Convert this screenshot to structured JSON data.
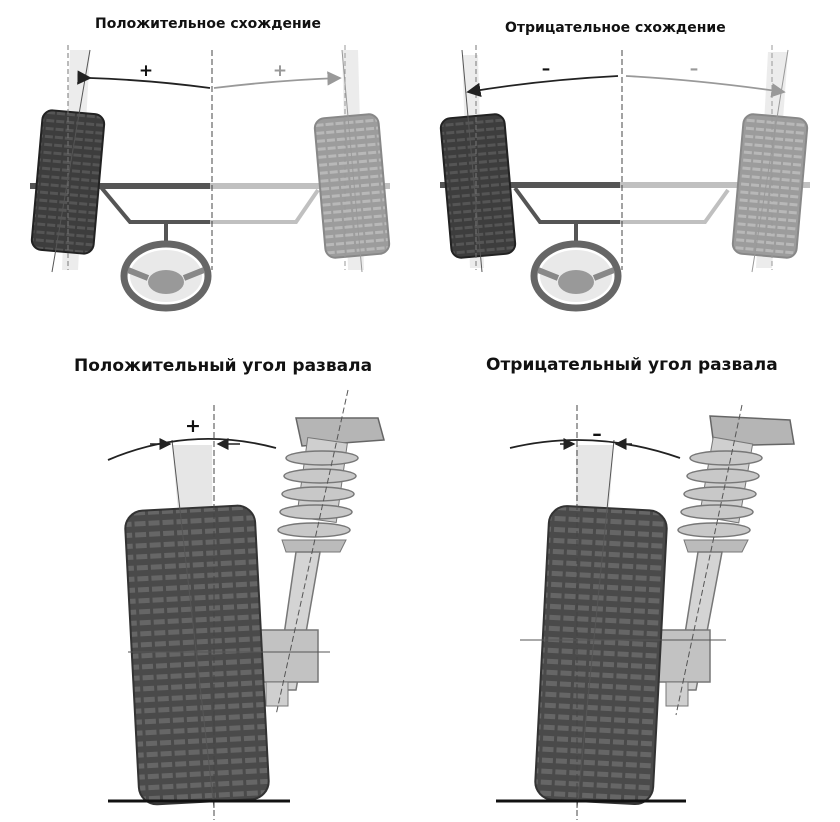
{
  "panels": {
    "toe_positive": {
      "title": "Положительное схождение",
      "sign": "+"
    },
    "toe_negative": {
      "title": "Отрицательное схождение",
      "sign": "–"
    },
    "camber_positive": {
      "title": "Положительный угол развала",
      "sign": "+"
    },
    "camber_negative": {
      "title": "Отрицательный угол развала",
      "sign": "–"
    }
  },
  "colors": {
    "background": "#ffffff",
    "tire_dark": "#3a3a3a",
    "tire_light": "#9a9a9a",
    "axle_dark": "#555555",
    "axle_light": "#bdbdbd",
    "guide_line": "#666666"
  }
}
